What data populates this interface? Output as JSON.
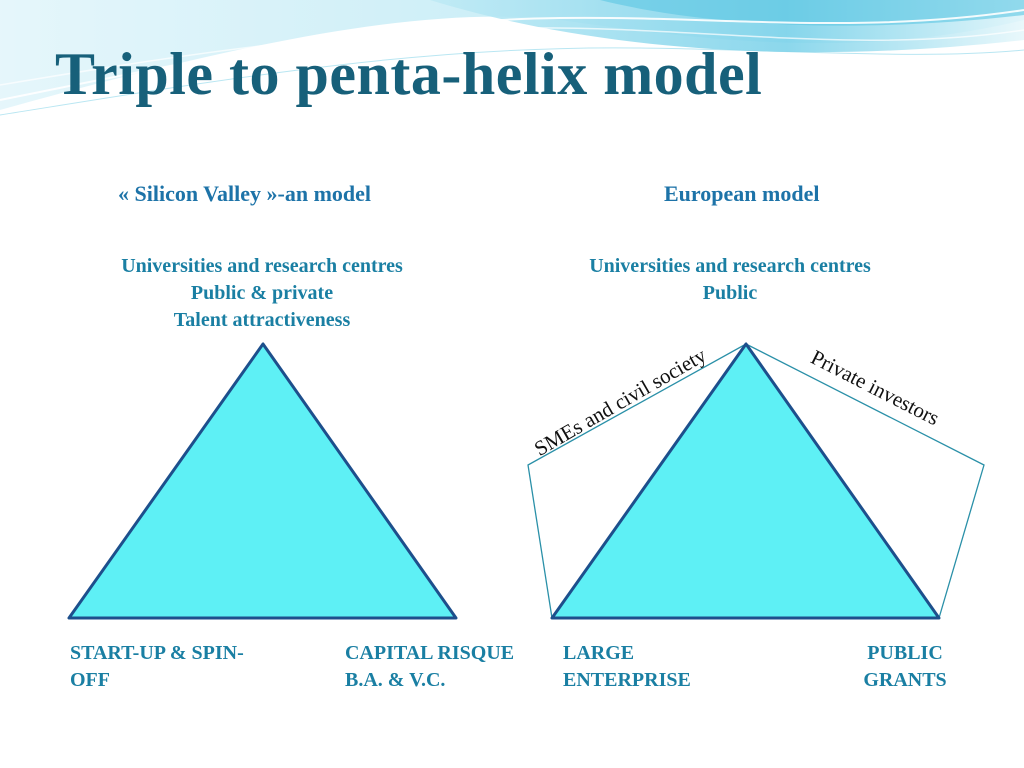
{
  "slide": {
    "title": "Triple to penta-helix model"
  },
  "left_model": {
    "header": "« Silicon Valley »-an model",
    "top_lines": [
      "Universities and research centres",
      "Public & private",
      "Talent attractiveness"
    ],
    "bottom_left": [
      "START-UP & SPIN-",
      "OFF"
    ],
    "bottom_right": [
      "CAPITAL RISQUE",
      "B.A. & V.C."
    ]
  },
  "right_model": {
    "header": "European model",
    "top_lines": [
      "Universities and research centres",
      "Public"
    ],
    "left_edge_label": "SMEs and civil society",
    "right_edge_label": "Private investors",
    "bottom_left": [
      "LARGE",
      "ENTERPRISE"
    ],
    "bottom_right": [
      "PUBLIC",
      "GRANTS"
    ]
  },
  "colors": {
    "title": "#17607a",
    "label": "#1a7fa3",
    "triangle_fill": "#5ef0f5",
    "triangle_stroke": "#1d4f8c",
    "pentagon_stroke": "#2a90a8"
  }
}
